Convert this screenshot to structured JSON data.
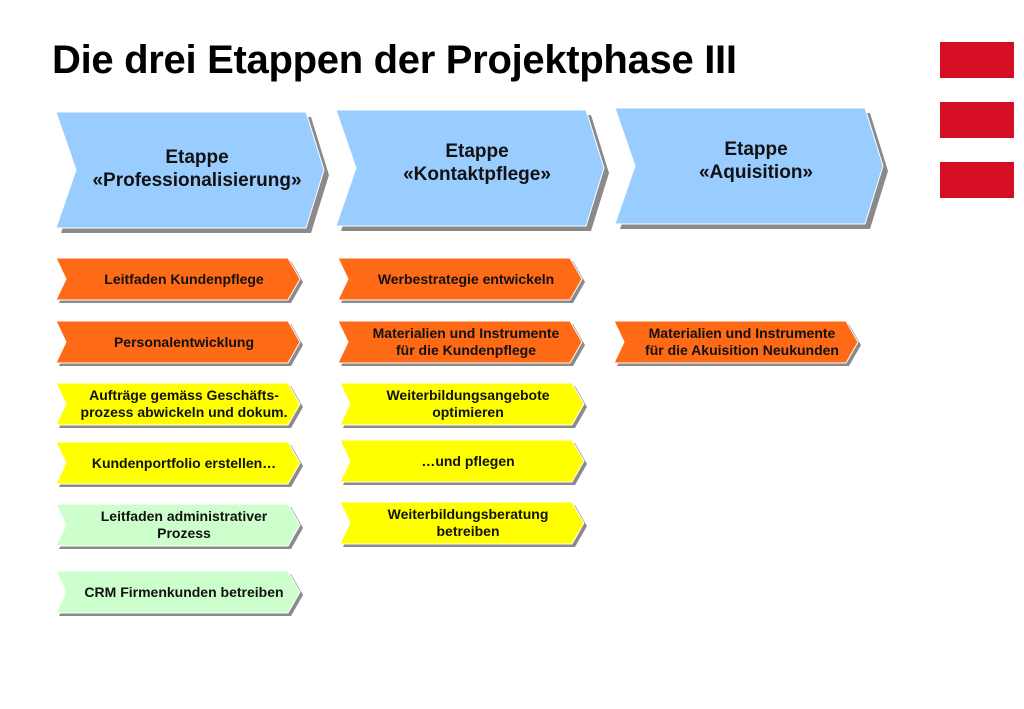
{
  "title": "Die drei Etappen der Projektphase III",
  "colors": {
    "accent_red": "#d50e24",
    "phase_blue": "#99ccff",
    "task_orange": "#ff6a16",
    "task_yellow": "#ffff00",
    "task_green": "#ccffcc"
  },
  "phases": [
    {
      "line1": "Etappe",
      "line2": "«Professionalisierung»"
    },
    {
      "line1": "Etappe",
      "line2": "«Kontaktpflege»"
    },
    {
      "line1": "Etappe",
      "line2": "«Aquisition»"
    }
  ],
  "tasks": {
    "col1": [
      {
        "line1": "Leitfaden Kundenpflege",
        "line2": ""
      },
      {
        "line1": "Personalentwicklung",
        "line2": ""
      },
      {
        "line1": "Aufträge gemäss Geschäfts-",
        "line2": "prozess abwickeln und dokum."
      },
      {
        "line1": "Kundenportfolio erstellen…",
        "line2": ""
      },
      {
        "line1": "Leitfaden administrativer",
        "line2": "Prozess"
      },
      {
        "line1": "CRM Firmenkunden betreiben",
        "line2": ""
      }
    ],
    "col2": [
      {
        "line1": "Werbestrategie entwickeln",
        "line2": ""
      },
      {
        "line1": "Materialien und Instrumente",
        "line2": "für die Kundenpflege"
      },
      {
        "line1": "Weiterbildungsangebote",
        "line2": "optimieren"
      },
      {
        "line1": "…und pflegen",
        "line2": ""
      },
      {
        "line1": "Weiterbildungsberatung",
        "line2": "betreiben"
      }
    ],
    "col3": [
      {
        "line1": "Materialien und Instrumente",
        "line2": "für die Akuisition Neukunden"
      }
    ]
  }
}
